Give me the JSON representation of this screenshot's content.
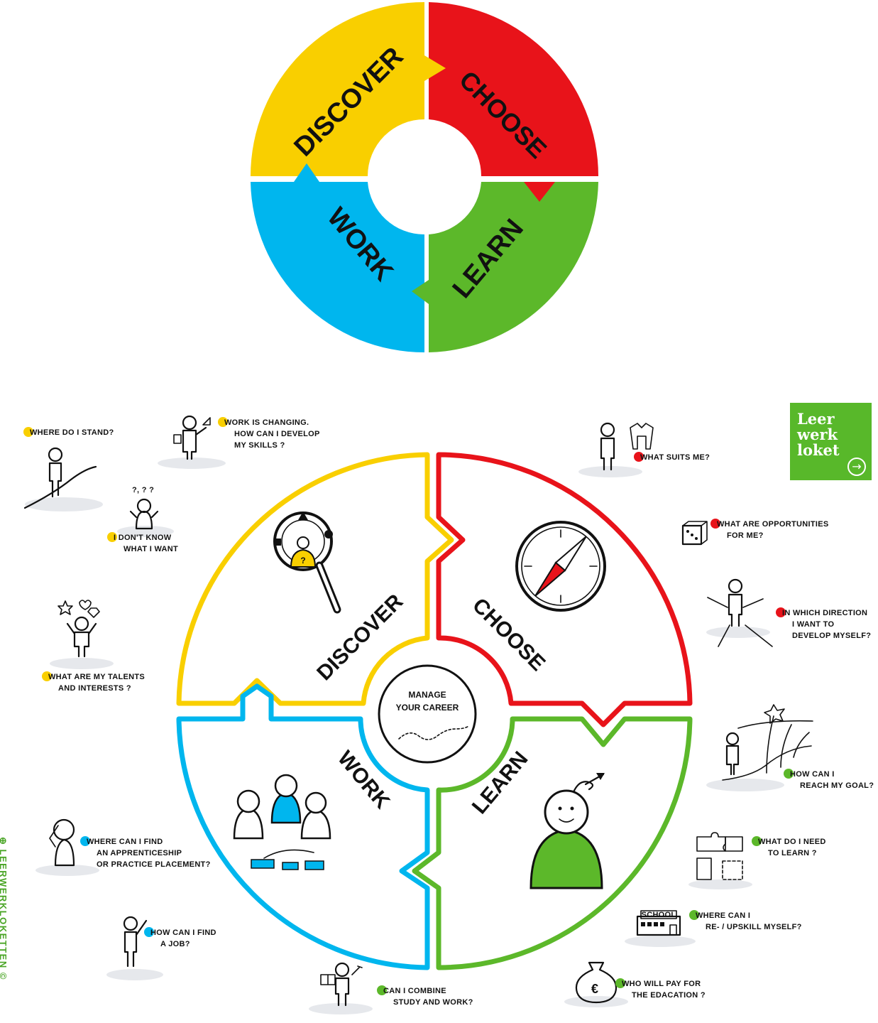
{
  "colors": {
    "discover": "#f9cf00",
    "choose": "#e8131a",
    "learn": "#5cb82a",
    "work": "#00b6ee",
    "ink": "#111111"
  },
  "top_cycle": {
    "segments": [
      {
        "key": "discover",
        "label": "DISCOVER"
      },
      {
        "key": "choose",
        "label": "CHOOSE"
      },
      {
        "key": "learn",
        "label": "LEARN"
      },
      {
        "key": "work",
        "label": "WORK"
      }
    ]
  },
  "bottom_cycle": {
    "center_line1": "MANAGE",
    "center_line2": "YOUR CAREER",
    "segments": [
      {
        "key": "discover",
        "label": "DISCOVER",
        "icon": "magnifier-icon"
      },
      {
        "key": "choose",
        "label": "CHOOSE",
        "icon": "compass-icon"
      },
      {
        "key": "learn",
        "label": "LEARN",
        "icon": "person-growth-icon"
      },
      {
        "key": "work",
        "label": "WORK",
        "icon": "team-icon"
      }
    ]
  },
  "questions": [
    {
      "id": "where-do-i-stand",
      "color": "discover",
      "lines": [
        "WHERE DO I STAND?"
      ]
    },
    {
      "id": "work-is-changing",
      "color": "discover",
      "lines": [
        "WORK IS CHANGING.",
        "HOW CAN I DEVELOP",
        "MY SKILLS ?"
      ]
    },
    {
      "id": "dont-know",
      "color": "discover",
      "lines": [
        "I DON'T KNOW",
        "WHAT I WANT"
      ]
    },
    {
      "id": "talents",
      "color": "discover",
      "lines": [
        "WHAT ARE MY TALENTS",
        "AND INTERESTS ?"
      ]
    },
    {
      "id": "what-suits-me",
      "color": "choose",
      "lines": [
        "WHAT SUITS ME?"
      ]
    },
    {
      "id": "opportunities",
      "color": "choose",
      "lines": [
        "WHAT ARE OPPORTUNITIES",
        "FOR ME?"
      ]
    },
    {
      "id": "direction",
      "color": "choose",
      "lines": [
        "IN WHICH DIRECTION",
        "I WANT TO",
        "DEVELOP MYSELF?"
      ]
    },
    {
      "id": "reach-goal",
      "color": "learn",
      "lines": [
        "HOW CAN I",
        "REACH MY GOAL?"
      ]
    },
    {
      "id": "need-to-learn",
      "color": "learn",
      "lines": [
        "WHAT DO I NEED",
        "TO LEARN ?"
      ]
    },
    {
      "id": "upskill",
      "color": "learn",
      "lines": [
        "WHERE CAN I",
        "RE- / UPSKILL MYSELF?"
      ]
    },
    {
      "id": "who-pays",
      "color": "learn",
      "lines": [
        "WHO WILL PAY FOR",
        "THE EDACATION ?"
      ]
    },
    {
      "id": "combine",
      "color": "learn",
      "lines": [
        "CAN I COMBINE",
        "STUDY AND WORK?"
      ]
    },
    {
      "id": "find-job",
      "color": "work",
      "lines": [
        "HOW CAN I FIND",
        "A JOB?"
      ]
    },
    {
      "id": "apprenticeship",
      "color": "work",
      "lines": [
        "WHERE CAN I FIND",
        "AN APPRENTICESHIP",
        "OR PRACTICE PLACEMENT?"
      ]
    }
  ],
  "icons": {
    "school_sign": "SCHOOL",
    "euro_symbol": "€",
    "question_mark": "?",
    "dont_know_marks": "?, ? ?"
  },
  "logo": {
    "line1": "Leer",
    "line2": "werk",
    "line3": "loket",
    "arrow": "→"
  },
  "credit": "LEERWERKLOKETTEN ©",
  "credit_icon": "download-circle-icon"
}
